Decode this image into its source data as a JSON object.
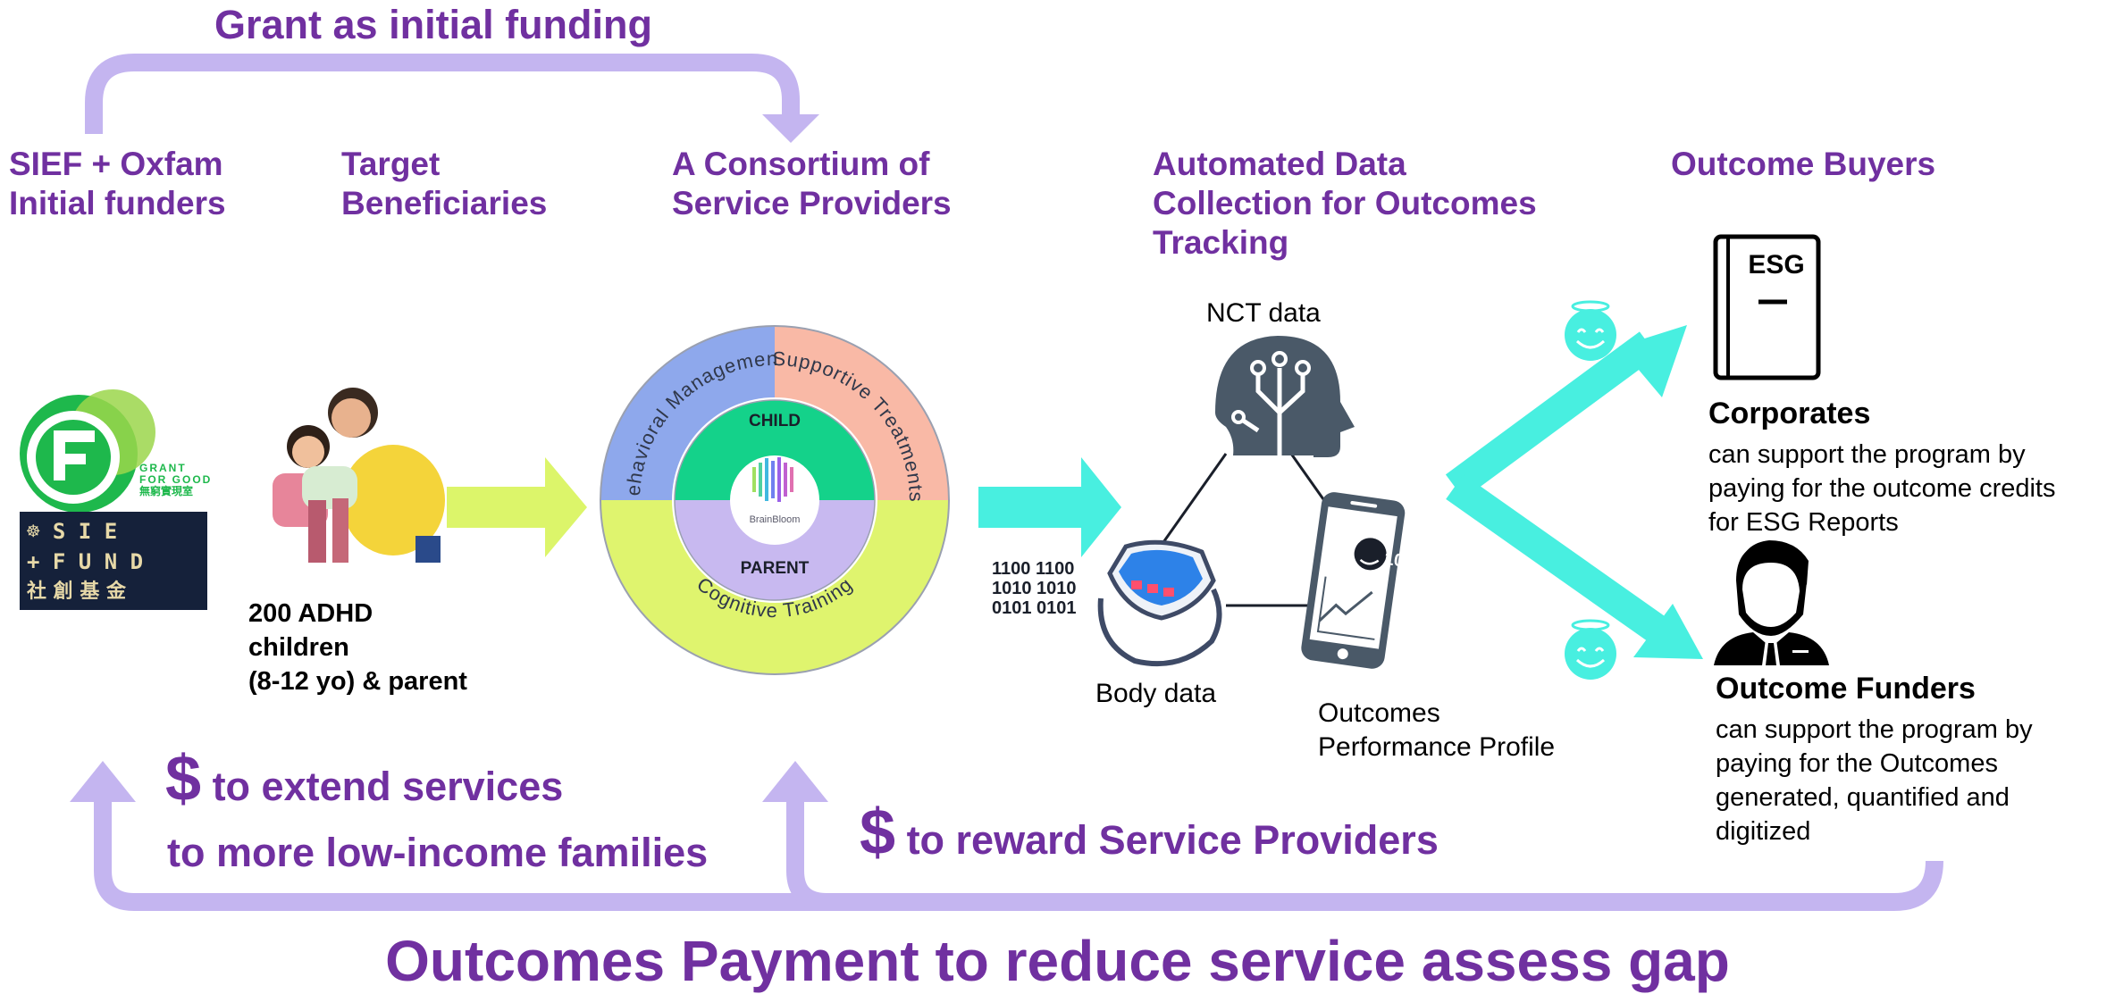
{
  "colors": {
    "purple_text": "#7030a0",
    "lavender_arrow": "#c4b5f0",
    "lime_arrow": "#dcf56a",
    "cyan_arrow": "#48efe0",
    "ring_blue": "#8ea8ec",
    "ring_salmon": "#f9b9a6",
    "ring_lime": "#dff46e",
    "inner_green": "#14d28a",
    "inner_lavender": "#c8b9f0",
    "logo_green": "#1eb84c",
    "sie_navy": "#15213a",
    "icon_slate": "#4a5968"
  },
  "top_arrow_label": "Grant as initial funding",
  "columns": {
    "funders": "SIEF + Oxfam\nInitial funders",
    "beneficiaries": "Target\nBeneficiaries",
    "consortium": "A Consortium of\nService Providers",
    "data_collection": "Automated Data\nCollection for Outcomes\nTracking",
    "buyers": "Outcome Buyers"
  },
  "logos": {
    "grant_for_good": {
      "line1": "GRANT",
      "line2": "FOR GOOD",
      "line3": "無窮實現室"
    },
    "sie_fund": {
      "row1": "S I E",
      "row2": "F U N D",
      "row3": "社 創 基 金"
    }
  },
  "beneficiaries_text": "200 ADHD\nchildren\n(8-12 yo) & parent",
  "wheel": {
    "outer": [
      "Behavioral Management",
      "Supportive Treatments",
      "Cognitive Training"
    ],
    "inner_top": "CHILD",
    "inner_bottom": "PARENT",
    "center": "BrainBloom"
  },
  "binary_lines": [
    "1100 1100",
    "1010 1010",
    "0101 0101"
  ],
  "data_labels": {
    "nct": "NCT data",
    "body": "Body data",
    "outcomes": "Outcomes\nPerformance Profile"
  },
  "phone_badge": "10",
  "book_label": "ESG",
  "buyers": {
    "corporates_title": "Corporates",
    "corporates_text": "can support the program by\npaying for the outcome credits\nfor  ESG Reports",
    "funders_title": "Outcome Funders",
    "funders_text": "can support the program by\npaying for the Outcomes\ngenerated, quantified and\ndigitized"
  },
  "bottom": {
    "dollar": "$",
    "extend_line1": "to extend services",
    "extend_line2": "to more low-income families",
    "reward": "to reward Service Providers",
    "title": "Outcomes Payment to reduce service assess gap"
  }
}
